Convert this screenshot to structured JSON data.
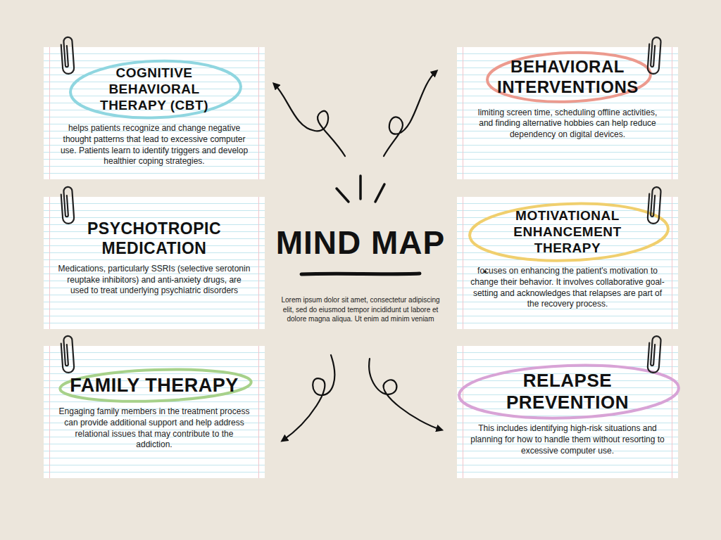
{
  "diagram": {
    "title": "MIND MAP",
    "nodes": [
      {
        "text": [
          "COGNITIVE BEHAVIORAL THERAPY (CBT)",
          "helps patients recognize and change negative thought patterns that lead to excessive computer use. Patients learn to identify triggers and develop healthier coping strategies."
        ]
      },
      {
        "text": [
          "BEHAVIORAL INTERVENTIONS",
          "limiting screen time, scheduling offline activities, and finding alternative hobbies can help reduce dependency on digital devices."
        ]
      },
      {
        "text": [
          "PSYCHOTROPIC MEDICATION",
          "Medications, particularly SSRIs (selective serotonin reuptake inhibitors) and anti-anxiety drugs, are used to treat underlying psychiatric disorders"
        ]
      },
      {
        "text": [
          "MOTIVATIONAL ENHANCEMENT THERAPY",
          "focuses on enhancing the patient's motivation to change their behavior. It involves collaborative goal-setting and acknowledges that relapses are part of the recovery process."
        ]
      },
      {
        "text": [
          "FAMILY THERAPY",
          "Engaging family members in the treatment process can provide additional support and help address relational issues that may contribute to the addiction."
        ]
      },
      {
        "text": [
          "RELAPSE PREVENTION",
          "This includes identifying high-risk situations and planning for how to handle them without resorting to excessive computer use."
        ]
      }
    ],
    "labels": [
      "Lorem ipsum dolor sit amet, consectetur adipiscing elit, sed do eiusmod tempor incididunt ut labore et dolore magna aliqua. Ut enim ad minim veniam"
    ]
  }
}
